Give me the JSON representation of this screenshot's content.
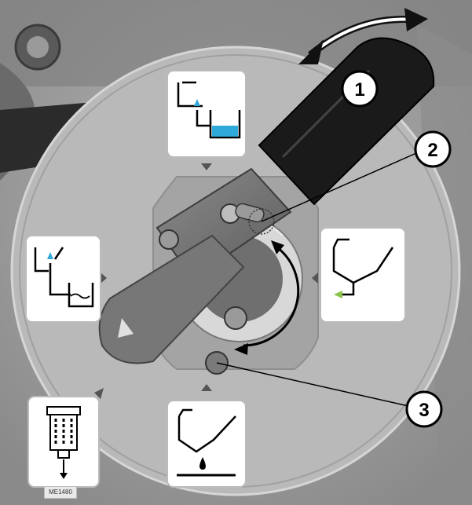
{
  "callouts": [
    {
      "id": "lever-handle",
      "label": "1"
    },
    {
      "id": "pivot-pin",
      "label": "2"
    },
    {
      "id": "detent-stop",
      "label": "3"
    }
  ],
  "reference_code": "ME1480",
  "icons": {
    "top": "tank-to-tank-transfer-icon",
    "left": "tank-to-basin-icon",
    "right": "tank-drain-arrow-icon",
    "bottom": "tank-drip-icon",
    "bottom_left": "filter-cartridge-icon"
  },
  "colors": {
    "water_blue": "#2fa9d9",
    "arrow_green": "#8bc34a",
    "handle_black": "#1a1a1a"
  }
}
